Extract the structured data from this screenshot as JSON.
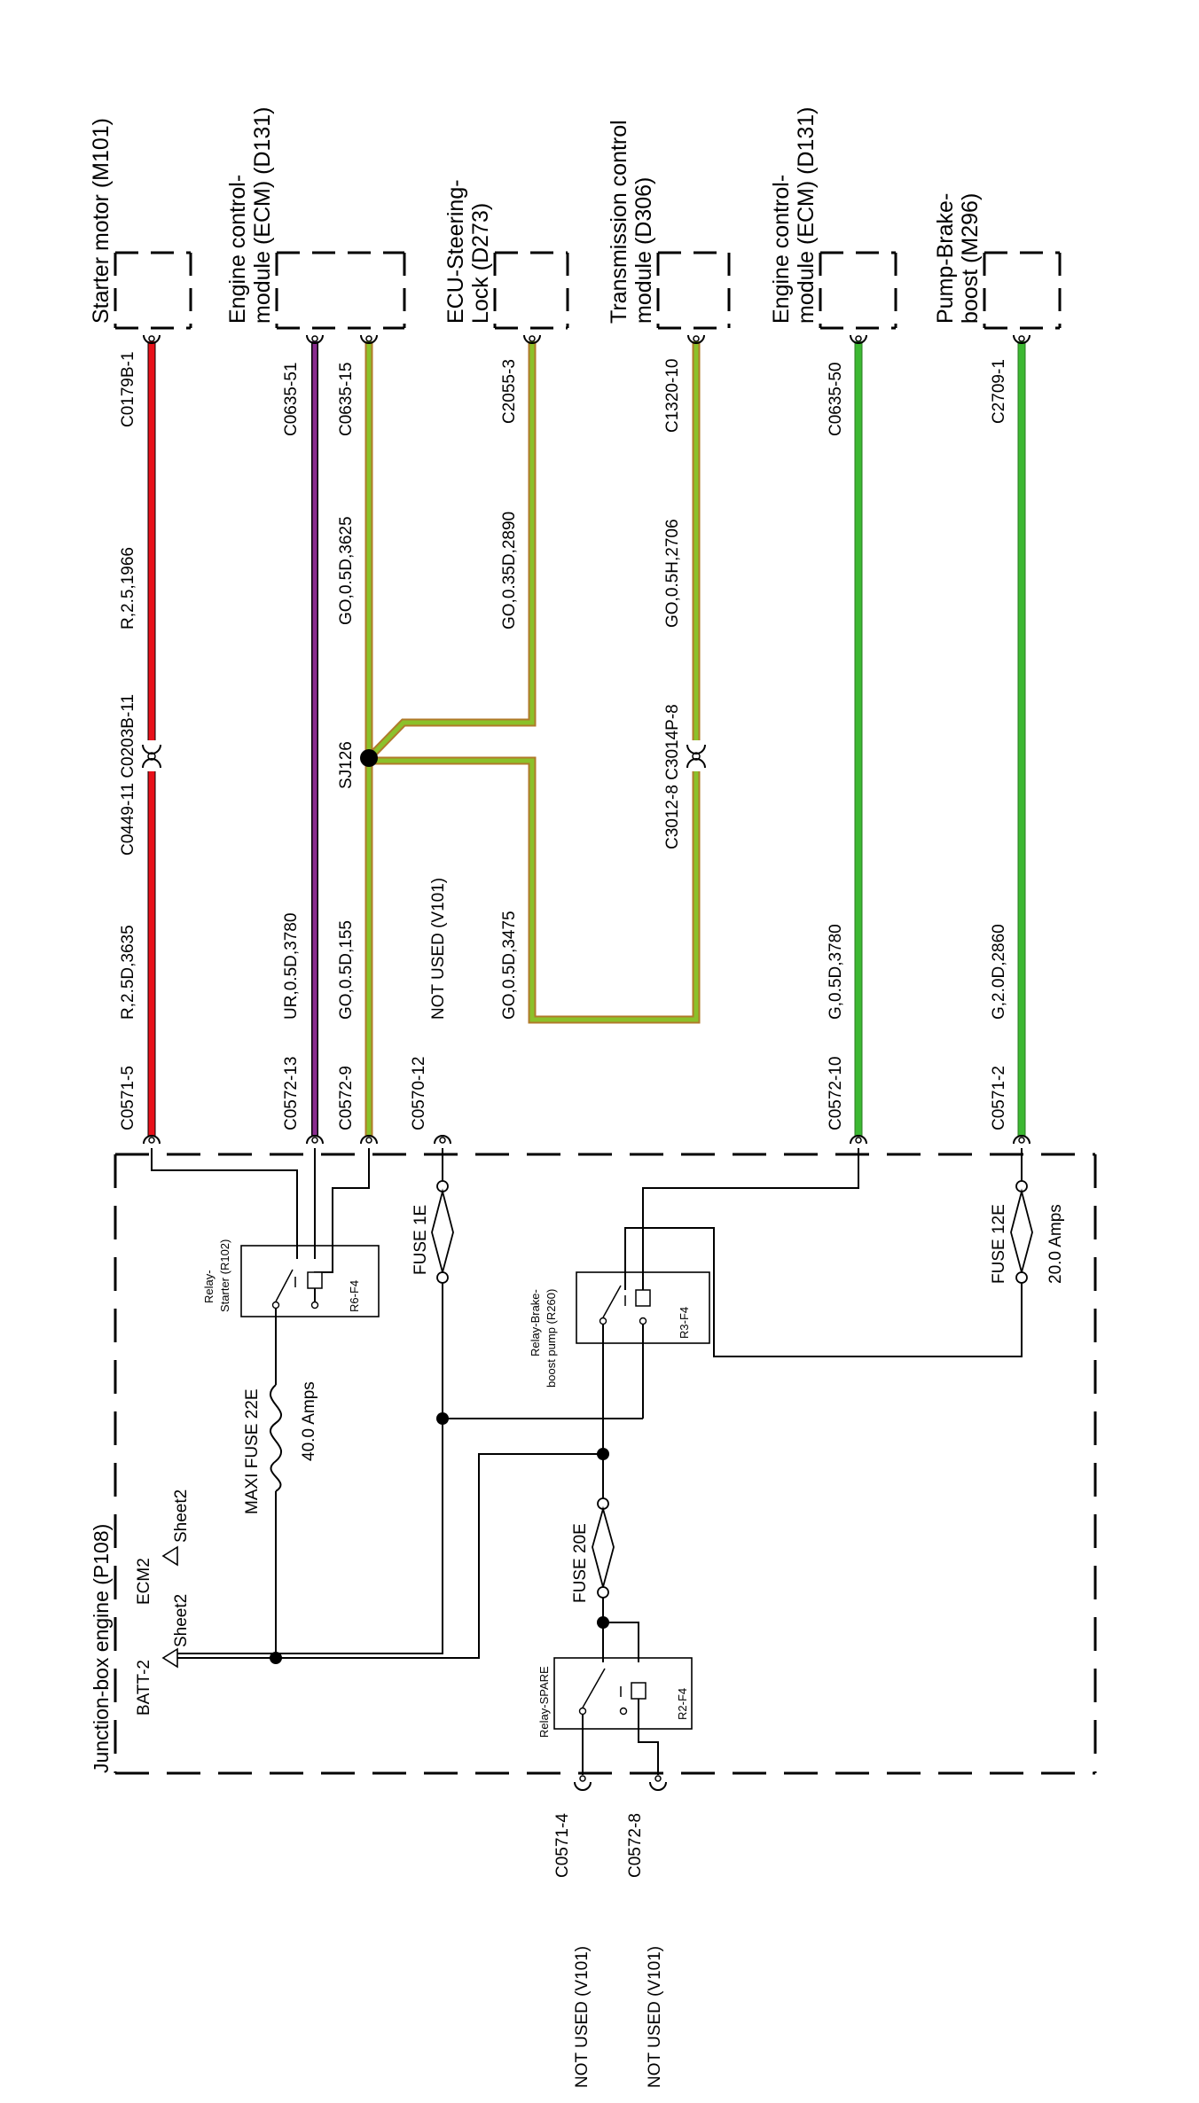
{
  "colors": {
    "red": "#e8101a",
    "purple": "#8a2c8f",
    "green_yellow_wire": "#8bc12a",
    "green_yellow_edge": "#b07a2a",
    "green": "#3cb832",
    "black": "#000000"
  },
  "junction_box": {
    "title": "Junction-box engine (P108)"
  },
  "components": {
    "starter_motor": "Starter motor (M101)",
    "ecm_1_line1": "Engine control-",
    "ecm_1_line2": "module (ECM) (D131)",
    "steering_lock_line1": "ECU-Steering-",
    "steering_lock_line2": "Lock (D273)",
    "tcm_line1": "Transmission control",
    "tcm_line2": "module (D306)",
    "ecm_2_line1": "Engine control-",
    "ecm_2_line2": "module (ECM) (D131)",
    "pump_line1": "Pump-Brake-",
    "pump_line2": "boost (M296)"
  },
  "connectors": {
    "c0179b_1": "C0179B-1",
    "c0635_51": "C0635-51",
    "c0635_15": "C0635-15",
    "c2055_3": "C2055-3",
    "c1320_10": "C1320-10",
    "c0635_50": "C0635-50",
    "c2709_1": "C2709-1",
    "c0449_11_c0203b_11": "C0449-11 C0203B-11",
    "sj126": "SJ126",
    "c3012_8_c3014p_8": "C3012-8 C3014P-8",
    "c0571_5": "C0571-5",
    "c0572_13": "C0572-13",
    "c0572_9": "C0572-9",
    "c0570_12": "C0570-12",
    "c0572_10": "C0572-10",
    "c0571_2": "C0571-2",
    "c0571_4": "C0571-4",
    "c0572_8": "C0572-8"
  },
  "wires": {
    "r_2_5_1966": "R,2.5,1966",
    "go_05d_3625": "GO,0.5D,3625",
    "go_035d_2890": "GO,0.35D,2890",
    "go_05h_2706": "GO,0.5H,2706",
    "r_25d_3635": "R,2.5D,3635",
    "ur_05d_3780": "UR,0.5D,3780",
    "go_05d_155": "GO,0.5D,155",
    "not_used_v101": "NOT USED (V101)",
    "go_05d_3475": "GO,0.5D,3475",
    "g_05d_3780": "G,0.5D,3780",
    "g_20d_2860": "G,2.0D,2860"
  },
  "internal": {
    "relay_starter_line1": "Relay-",
    "relay_starter_line2": "Starter (R102)",
    "r6_f4": "R6-F4",
    "fuse_1e": "FUSE 1E",
    "relay_brake_line1": "Relay-Brake-",
    "relay_brake_line2": "boost pump (R260)",
    "r3_f4": "R3-F4",
    "fuse_12e": "FUSE 12E",
    "amps_20": "20.0 Amps",
    "maxi_fuse_22e": "MAXI FUSE 22E",
    "amps_40": "40.0 Amps",
    "fuse_20e": "FUSE 20E",
    "ecm2": "ECM2",
    "sheet2_a": "Sheet2",
    "batt_2": "BATT-2",
    "sheet2_b": "Sheet2",
    "relay_spare": "Relay-SPARE",
    "r2_f4": "R2-F4"
  },
  "outside": {
    "not_used_1": "NOT USED (V101)",
    "not_used_2": "NOT USED (V101)"
  }
}
